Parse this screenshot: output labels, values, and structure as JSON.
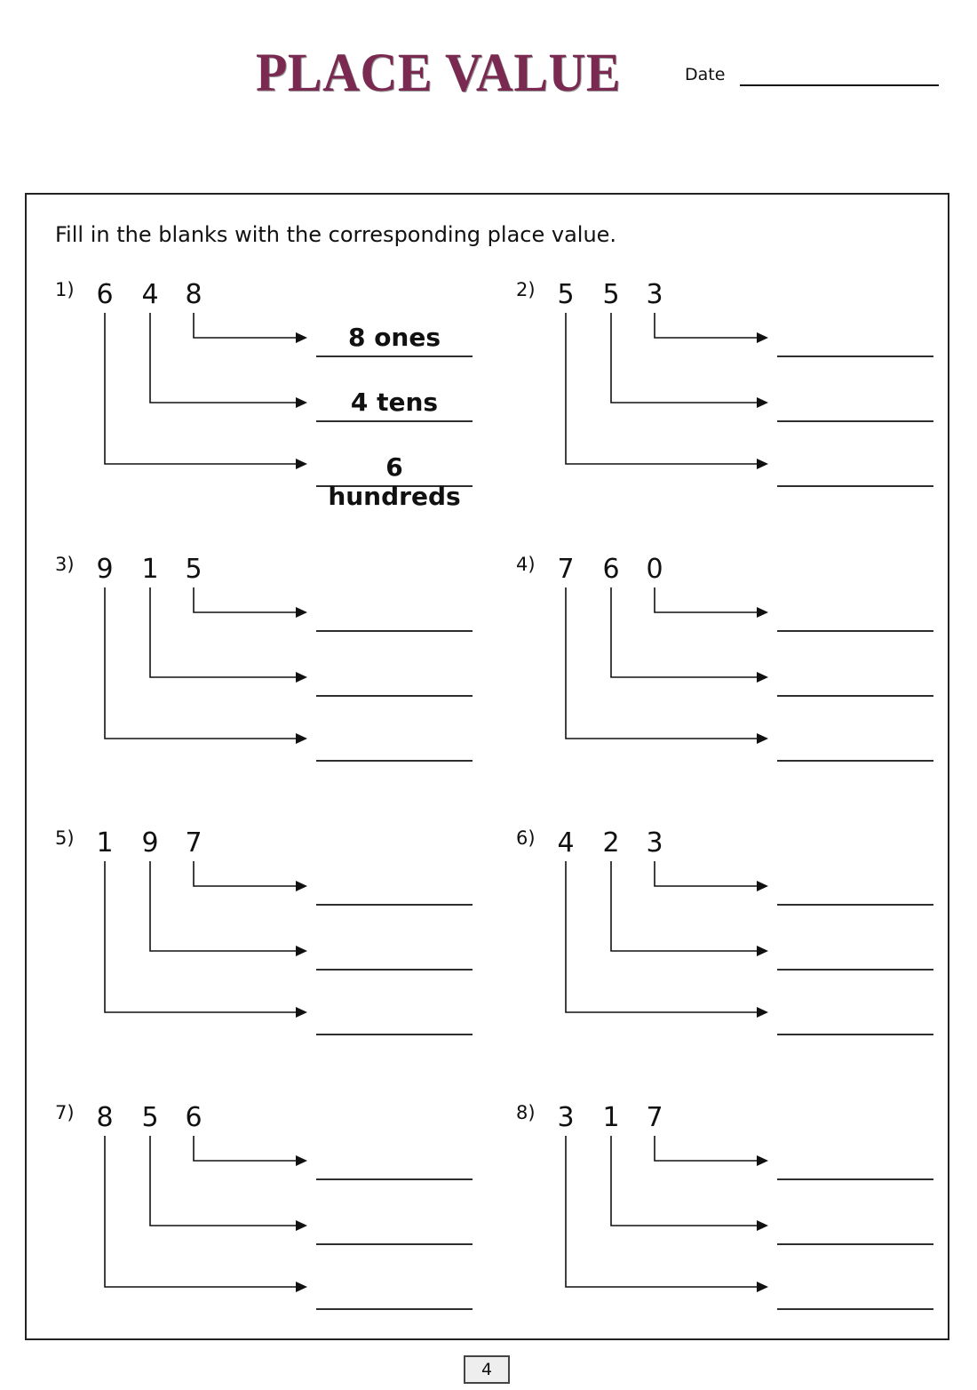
{
  "header": {
    "title": "PLACE VALUE",
    "date_label": "Date"
  },
  "instructions": "Fill in the blanks with the corresponding place value.",
  "problems": [
    {
      "label": "1)",
      "digits": [
        "6",
        "4",
        "8"
      ],
      "answers": [
        "8 ones",
        "4 tens",
        "6 hundreds"
      ]
    },
    {
      "label": "2)",
      "digits": [
        "5",
        "5",
        "3"
      ],
      "answers": [
        "",
        "",
        ""
      ]
    },
    {
      "label": "3)",
      "digits": [
        "9",
        "1",
        "5"
      ],
      "answers": [
        "",
        "",
        ""
      ]
    },
    {
      "label": "4)",
      "digits": [
        "7",
        "6",
        "0"
      ],
      "answers": [
        "",
        "",
        ""
      ]
    },
    {
      "label": "5)",
      "digits": [
        "1",
        "9",
        "7"
      ],
      "answers": [
        "",
        "",
        ""
      ]
    },
    {
      "label": "6)",
      "digits": [
        "4",
        "2",
        "3"
      ],
      "answers": [
        "",
        "",
        ""
      ]
    },
    {
      "label": "7)",
      "digits": [
        "8",
        "5",
        "6"
      ],
      "answers": [
        "",
        "",
        ""
      ]
    },
    {
      "label": "8)",
      "digits": [
        "3",
        "1",
        "7"
      ],
      "answers": [
        "",
        "",
        ""
      ]
    }
  ],
  "page_number": "4"
}
